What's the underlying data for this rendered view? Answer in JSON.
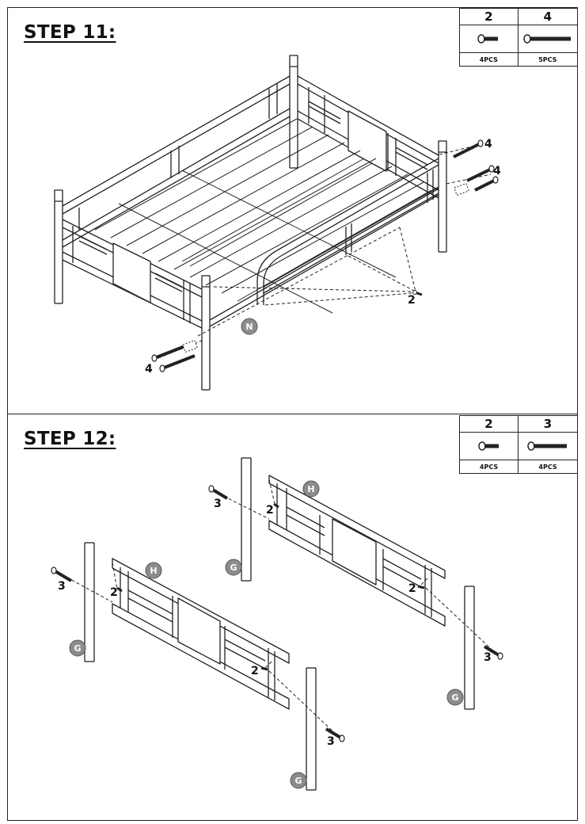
{
  "step11": {
    "title": "STEP 11:",
    "parts": [
      {
        "id": "2",
        "qty": "4PCS",
        "icon": "short-bolt-icon"
      },
      {
        "id": "4",
        "qty": "5PCS",
        "icon": "long-bolt-icon"
      }
    ],
    "callouts": {
      "bolt_left": "4",
      "bolt_right_top": "4",
      "bolt_right_mid": "4",
      "screw": "2"
    },
    "badges": {
      "rail": "N"
    }
  },
  "step12": {
    "title": "STEP 12:",
    "parts": [
      {
        "id": "2",
        "qty": "4PCS",
        "icon": "short-bolt-icon"
      },
      {
        "id": "3",
        "qty": "4PCS",
        "icon": "long-bolt-icon"
      }
    ],
    "callouts": {
      "back_left_bolt": "3",
      "back_left_screw": "2",
      "back_right_screw": "2",
      "back_right_bolt": "3",
      "front_left_bolt": "3",
      "front_left_screw": "2",
      "front_right_screw": "2",
      "front_right_bolt": "3"
    },
    "badges": {
      "panel_back": "H",
      "panel_front": "H",
      "post_back_left": "G",
      "post_front_left": "G",
      "post_back_right": "G",
      "post_front_right": "G"
    }
  },
  "colors": {
    "line": "#222222",
    "badge": "#8c8c8c",
    "panel_fill": "#ffffff"
  }
}
